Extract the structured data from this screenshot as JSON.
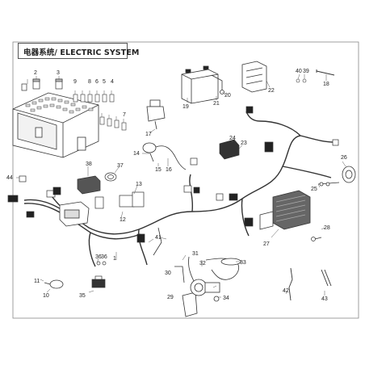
{
  "title": "电器系统/ ELECTRIC SYSTEM",
  "callouts": [
    "1",
    "2",
    "3",
    "4",
    "5",
    "6",
    "7",
    "8",
    "9",
    "10",
    "11",
    "12",
    "13",
    "14",
    "15",
    "16",
    "17",
    "18",
    "19",
    "20",
    "21",
    "22",
    "23",
    "24",
    "25",
    "26",
    "27",
    "28",
    "29",
    "30",
    "31",
    "32",
    "33",
    "34",
    "35",
    "36",
    "37",
    "38",
    "39",
    "40",
    "41",
    "42",
    "43",
    "44"
  ],
  "colors": {
    "line": "#4a4a4a",
    "part_dark": "#2b2b2b",
    "part_light": "#cfcfcf",
    "background": "#ffffff"
  }
}
